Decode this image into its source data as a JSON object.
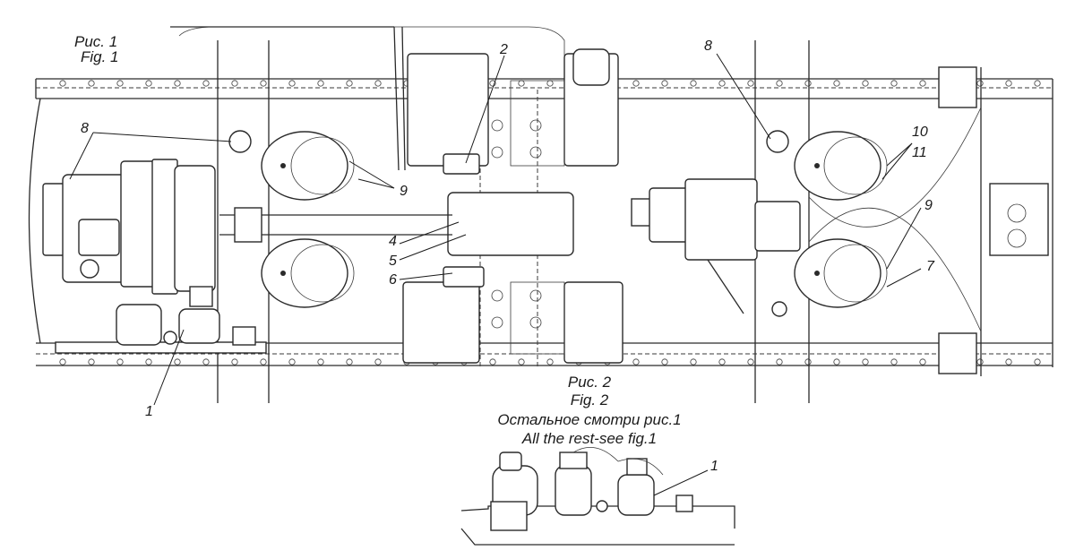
{
  "fig1": {
    "caption_ru": "Рис. 1",
    "caption_en": "Fig. 1"
  },
  "fig2": {
    "caption_ru": "Рис. 2",
    "caption_en": "Fig. 2",
    "note_ru": "Остальное смотри рис.1",
    "note_en": "All the rest-see fig.1"
  },
  "callouts": {
    "c1a": "1",
    "c1b": "1",
    "c2": "2",
    "c4": "4",
    "c5": "5",
    "c6": "6",
    "c7": "7",
    "c8a": "8",
    "c8b": "8",
    "c9a": "9",
    "c9b": "9",
    "c10": "10",
    "c11": "11"
  }
}
